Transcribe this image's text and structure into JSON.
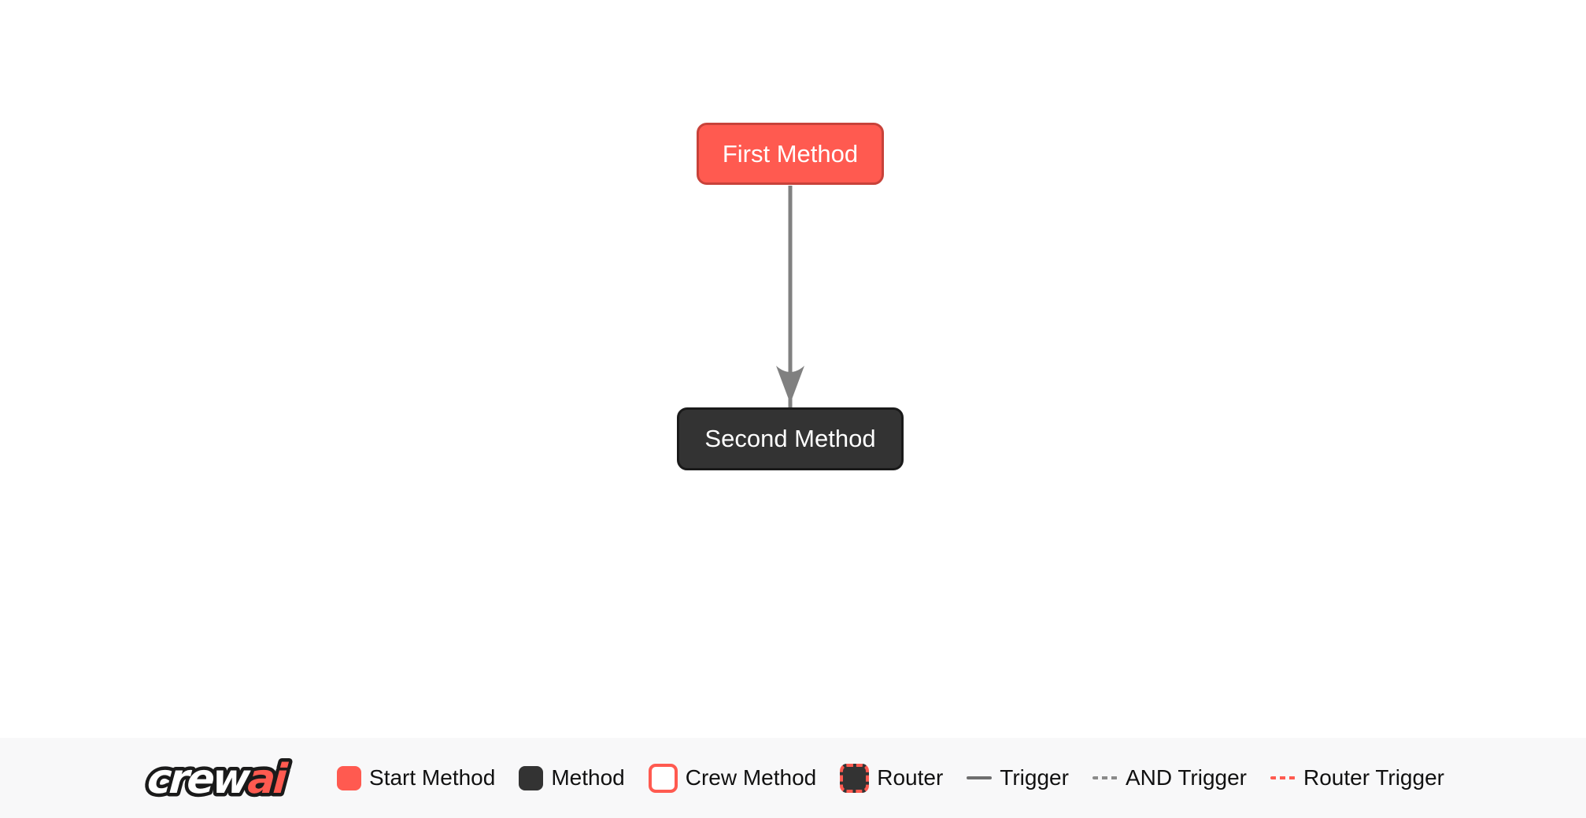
{
  "canvas": {
    "nodes": [
      {
        "id": "first",
        "label": "First Method",
        "type": "start-method",
        "fill": "#FF5A50",
        "border": "#C8423A",
        "text_color": "#FFFFFF"
      },
      {
        "id": "second",
        "label": "Second Method",
        "type": "method",
        "fill": "#333333",
        "border": "#1A1A1A",
        "text_color": "#FFFFFF"
      }
    ],
    "edges": [
      {
        "from": "first",
        "to": "second",
        "type": "trigger",
        "color": "#808080"
      }
    ]
  },
  "footer": {
    "background": "#F8F8F9",
    "logo": {
      "part1": "crew",
      "part1_color": "#FFFFFF",
      "part2": "ai",
      "part2_color": "#FF5A50",
      "outline_color": "#1A1A1A"
    },
    "legend": [
      {
        "label": "Start Method",
        "swatch": "square",
        "fill": "#FF5A50"
      },
      {
        "label": "Method",
        "swatch": "square",
        "fill": "#333333"
      },
      {
        "label": "Crew Method",
        "swatch": "square-outline",
        "fill": "#FFFFFF",
        "border": "#FF5A50"
      },
      {
        "label": "Router",
        "swatch": "square-dashed",
        "fill": "#333333",
        "border": "#FF5A50"
      },
      {
        "label": "Trigger",
        "swatch": "line-solid",
        "color": "#6E6E6E"
      },
      {
        "label": "AND Trigger",
        "swatch": "line-dashed",
        "color": "#8A8A8A"
      },
      {
        "label": "Router Trigger",
        "swatch": "line-dashed",
        "color": "#FF5A50"
      }
    ]
  }
}
